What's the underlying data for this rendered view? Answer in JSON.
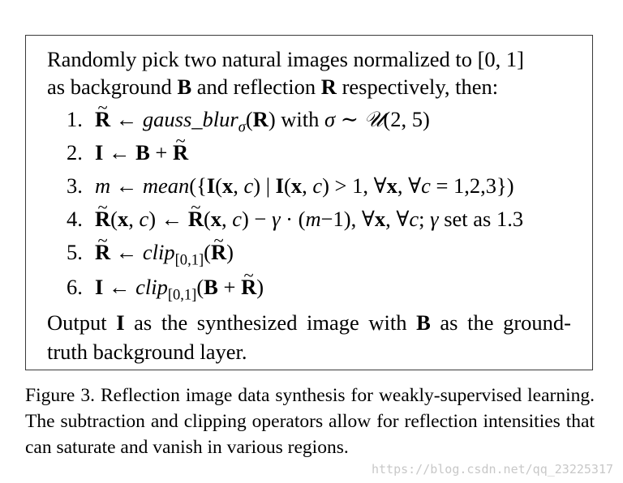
{
  "algorithm": {
    "intro_line1": "Randomly pick two natural images normalized to [0, 1]",
    "intro_line2_a": "as background ",
    "intro_B": "B",
    "intro_line2_b": " and reflection ",
    "intro_R": "R",
    "intro_line2_c": " respectively, then:",
    "steps": [
      {
        "num": "1.",
        "text": "R̃ ← gauss_blur_σ(R) with σ ∼ 𝒰(2, 5)"
      },
      {
        "num": "2.",
        "text": "I ← B + R̃"
      },
      {
        "num": "3.",
        "text": "m ← mean({I(x, c) | I(x, c) > 1, ∀x, ∀c = 1,2,3})"
      },
      {
        "num": "4.",
        "text": "R̃(x, c) ← R̃(x, c) − γ · (m−1), ∀x, ∀c; γ set as 1.3"
      },
      {
        "num": "5.",
        "text": "R̃ ← clip[0,1](R̃)"
      },
      {
        "num": "6.",
        "text": "I ← clip[0,1](B + R̃)"
      }
    ],
    "output_a": "Output ",
    "output_I": "I",
    "output_b": " as the synthesized image with ",
    "output_B": "B",
    "output_c": " as the ground-truth background layer."
  },
  "caption": "Figure 3. Reflection image data synthesis for weakly-supervised learning. The subtraction and clipping operators allow for reflection intensities that can saturate and vanish in various regions.",
  "watermark": "https://blog.csdn.net/qq_23225317"
}
